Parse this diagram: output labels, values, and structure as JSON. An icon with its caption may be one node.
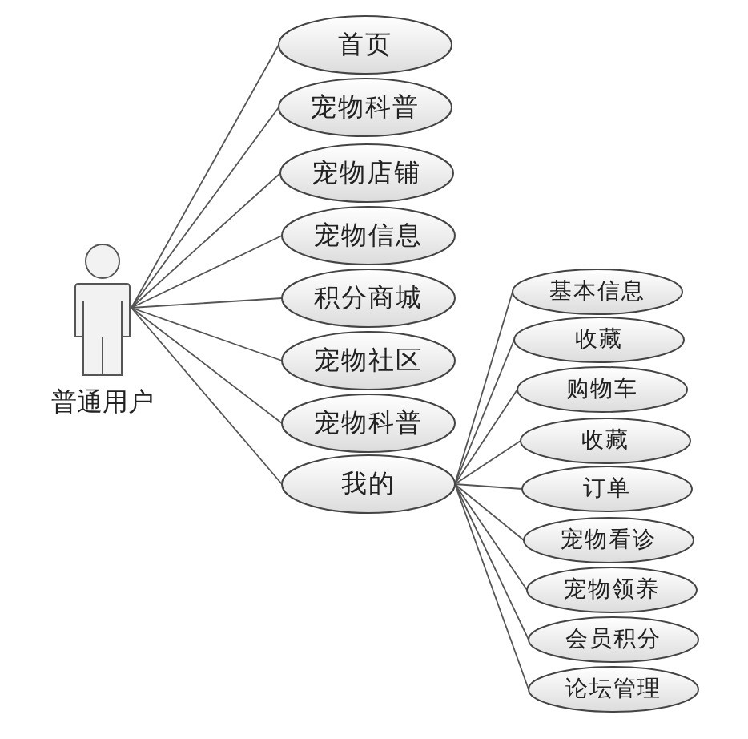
{
  "diagram": {
    "nodes": [
      {
        "text": [
          "普通用户"
        ]
      },
      {
        "text": [
          "首页"
        ]
      },
      {
        "text": [
          "宠物科普"
        ]
      },
      {
        "text": [
          "宠物店铺"
        ]
      },
      {
        "text": [
          "宠物信息"
        ]
      },
      {
        "text": [
          "积分商城"
        ]
      },
      {
        "text": [
          "宠物社区"
        ]
      },
      {
        "text": [
          "宠物科普"
        ]
      },
      {
        "text": [
          "我的"
        ]
      },
      {
        "text": [
          "基本信息"
        ]
      },
      {
        "text": [
          "收藏"
        ]
      },
      {
        "text": [
          "购物车"
        ]
      },
      {
        "text": [
          "收藏"
        ]
      },
      {
        "text": [
          "订单"
        ]
      },
      {
        "text": [
          "宠物看诊"
        ]
      },
      {
        "text": [
          "宠物领养"
        ]
      },
      {
        "text": [
          "会员积分"
        ]
      },
      {
        "text": [
          "论坛管理"
        ]
      }
    ],
    "edges": [
      {
        "from": 0,
        "to": 1,
        "arrow": "none"
      },
      {
        "from": 0,
        "to": 2,
        "arrow": "none"
      },
      {
        "from": 0,
        "to": 3,
        "arrow": "none"
      },
      {
        "from": 0,
        "to": 4,
        "arrow": "none"
      },
      {
        "from": 0,
        "to": 5,
        "arrow": "none"
      },
      {
        "from": 0,
        "to": 6,
        "arrow": "none"
      },
      {
        "from": 0,
        "to": 7,
        "arrow": "none"
      },
      {
        "from": 0,
        "to": 8,
        "arrow": "none"
      },
      {
        "from": 8,
        "to": 9,
        "arrow": "none"
      },
      {
        "from": 8,
        "to": 10,
        "arrow": "none"
      },
      {
        "from": 8,
        "to": 11,
        "arrow": "none"
      },
      {
        "from": 8,
        "to": 12,
        "arrow": "none"
      },
      {
        "from": 8,
        "to": 13,
        "arrow": "none"
      },
      {
        "from": 8,
        "to": 14,
        "arrow": "none"
      },
      {
        "from": 8,
        "to": 15,
        "arrow": "none"
      },
      {
        "from": 8,
        "to": 16,
        "arrow": "none"
      },
      {
        "from": 8,
        "to": 17,
        "arrow": "none"
      }
    ]
  }
}
